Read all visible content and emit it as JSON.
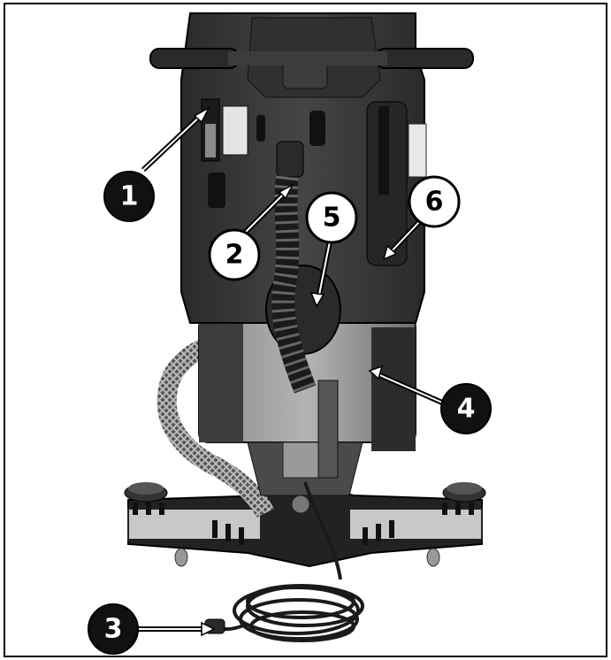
{
  "figure": {
    "callouts": [
      {
        "id": "1",
        "label": "1",
        "style": "filled"
      },
      {
        "id": "2",
        "label": "2",
        "style": "outlined"
      },
      {
        "id": "3",
        "label": "3",
        "style": "filled"
      },
      {
        "id": "4",
        "label": "4",
        "style": "filled"
      },
      {
        "id": "5",
        "label": "5",
        "style": "outlined"
      },
      {
        "id": "6",
        "label": "6",
        "style": "outlined"
      }
    ]
  },
  "colors": {
    "frame": "#000000",
    "machine_body": "#3a3a3a",
    "machine_dark": "#1e1e1e",
    "machine_light": "#7a7a7a",
    "callout_filled_bg": "#111111",
    "callout_filled_text": "#ffffff",
    "callout_outlined_bg": "#ffffff",
    "callout_outlined_text": "#000000"
  },
  "icons": [
    "floor-scrubber-illustration"
  ]
}
